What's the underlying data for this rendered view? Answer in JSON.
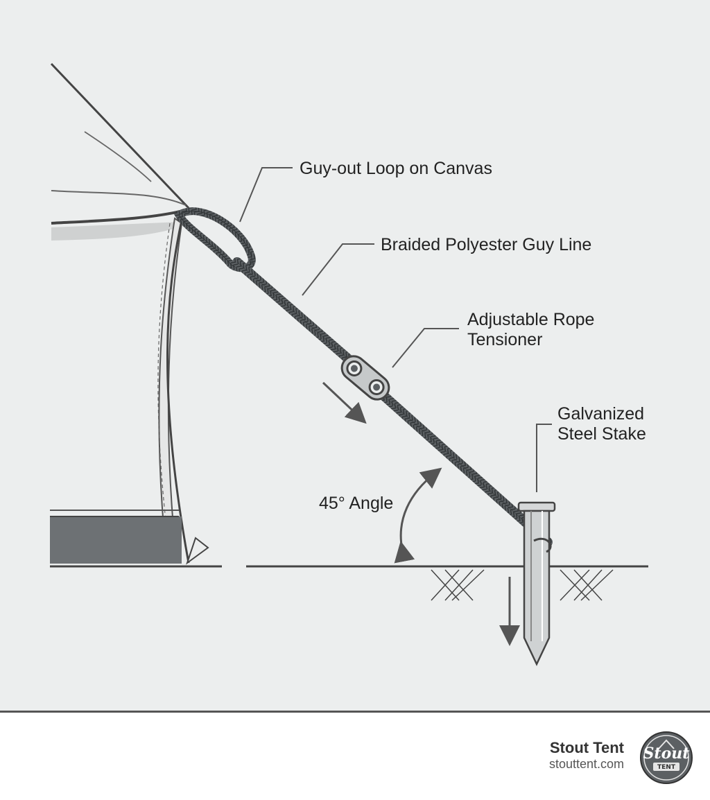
{
  "diagram": {
    "labels": {
      "guy_out_loop": "Guy-out Loop on Canvas",
      "guy_line": "Braided Polyester Guy Line",
      "tensioner_line1": "Adjustable Rope",
      "tensioner_line2": "Tensioner",
      "stake_line1": "Galvanized",
      "stake_line2": "Steel Stake",
      "angle": "45° Angle"
    }
  },
  "footer": {
    "brand_name": "Stout Tent",
    "brand_url": "stouttent.com",
    "logo_text": "Stout",
    "logo_sub": "TENT"
  },
  "colors": {
    "background": "#eceeee",
    "line": "#555555",
    "rope": "#5c6063",
    "text": "#222222"
  }
}
